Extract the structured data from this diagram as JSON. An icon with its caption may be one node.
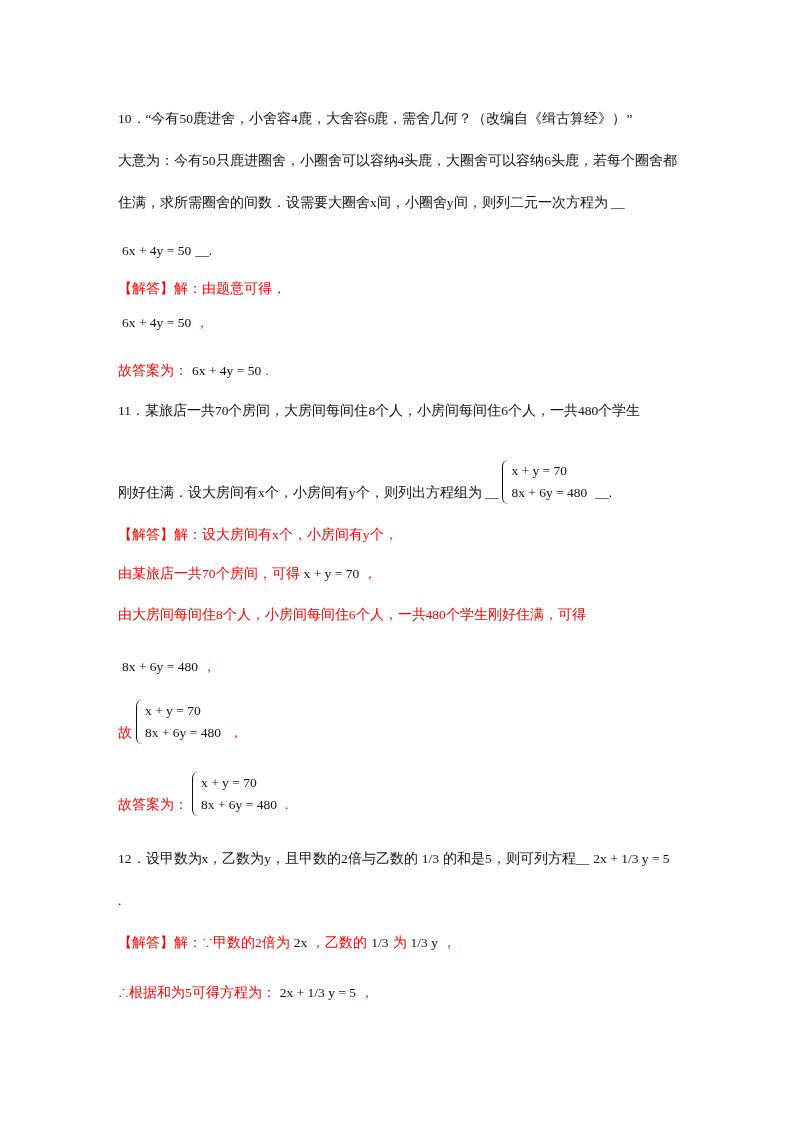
{
  "diagram": {
    "labels": [
      "10．“今有50鹿进舍，小舍容4鹿，大舍容6鹿，需舍几何？（改编自《缉古算经》）”",
      "大意为：今有50只鹿进圈舍，小圈舍可以容纳4头鹿，大圈舍可以容纳6头鹿，若每个圈舍都住满，求所需圈舍的间数．设需要大圈舍x间，小圈舍y间，则列二元一次方程为 __",
      "6x + 4y = 50",
      "__.",
      "【解答】解：由题意可得，",
      "6x + 4y = 50",
      "，",
      "故答案为：",
      "6x + 4y = 50",
      ".",
      "11．某旅店一共70个房间，大房间每间住8个人，小房间每间住6个人，一共480个学生",
      "刚好住满．设大房间有x个，小房间有y个，则列出方程组为 __",
      "x + y = 70",
      "8x + 6y = 480",
      "__.",
      "【解答】解：设大房间有x个，小房间有y个，",
      "由某旅店一共70个房间，可得",
      "x + y = 70",
      "，",
      "由大房间每间住8个人，小房间每间住6个人，一共480个学生刚好住满，可得",
      "8x + 6y = 480",
      "，",
      "故",
      "x + y = 70",
      "8x + 6y = 480",
      "，",
      "故答案为：",
      "x + y = 70",
      "8x + 6y = 480",
      ".",
      "12．设甲数为x，乙数为y，且甲数的2倍与乙数的",
      "1/3",
      "的和是5，则可列方程__",
      "2x + 1/3 y = 5",
      ".",
      "【解答】解：∵甲数的2倍为",
      "2x",
      "，乙数的",
      "1/3",
      "为",
      "1/3 y",
      "，",
      "∴根据和为5可得方程为：",
      "2x + 1/3 y = 5",
      "，"
    ]
  }
}
